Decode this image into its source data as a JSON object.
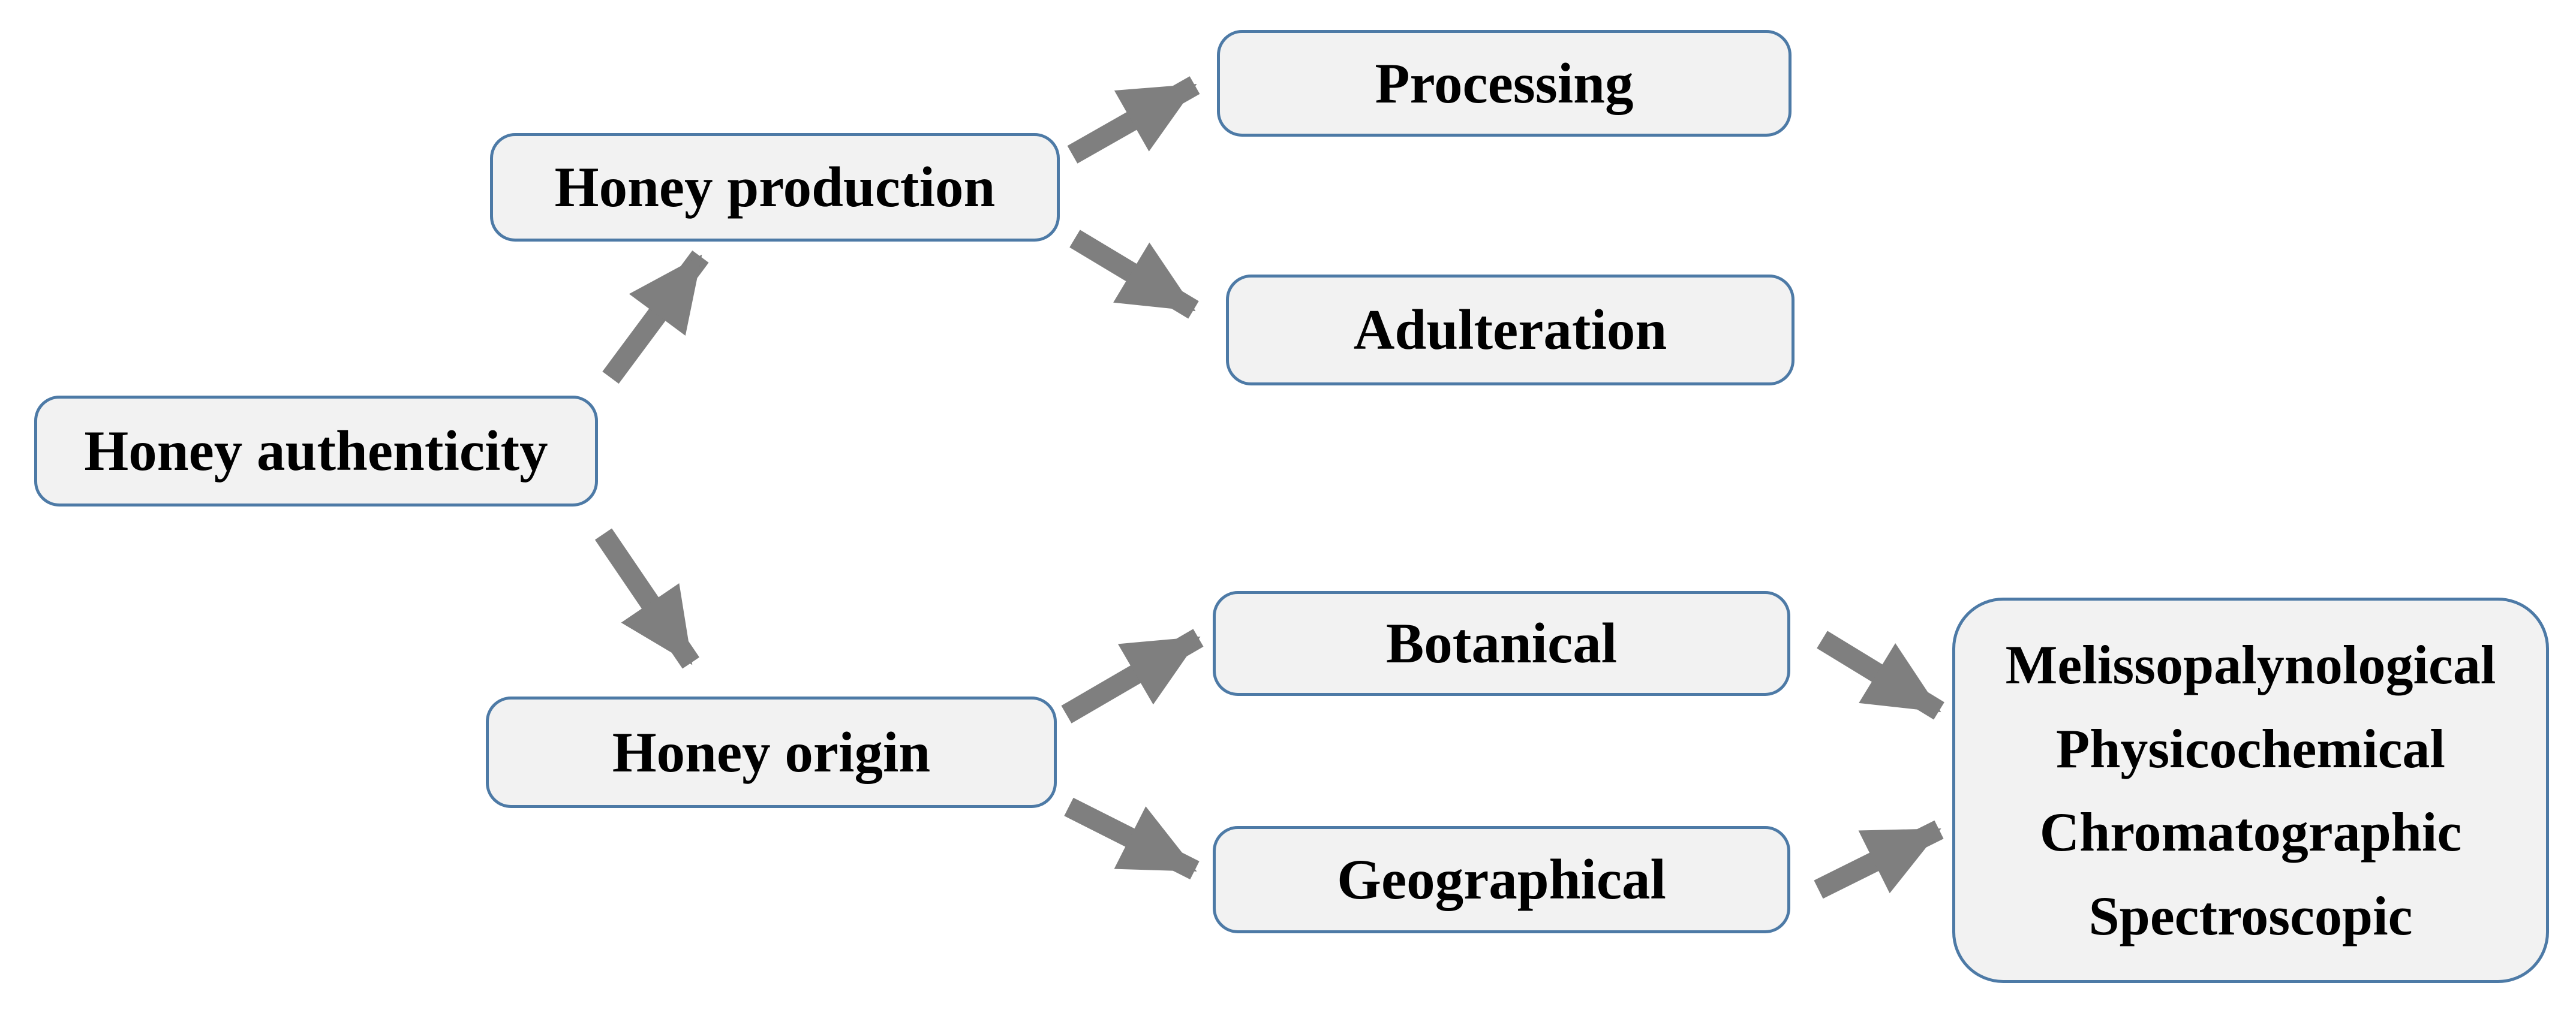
{
  "diagram": {
    "colors": {
      "background": "#ffffff",
      "box_fill": "#f2f2f2",
      "box_border": "#4d7aa6",
      "arrow": "#7f7f7f",
      "text": "#000000"
    },
    "nodes": {
      "authenticity": {
        "label": "Honey authenticity"
      },
      "production": {
        "label": "Honey production"
      },
      "processing": {
        "label": "Processing"
      },
      "adulteration": {
        "label": "Adulteration"
      },
      "origin": {
        "label": "Honey origin"
      },
      "botanical": {
        "label": "Botanical"
      },
      "geographical": {
        "label": "Geographical"
      },
      "methods": {
        "lines": [
          "Melissopalynological",
          "Physicochemical",
          "Chromatographic",
          "Spectroscopic"
        ]
      }
    },
    "edges": [
      {
        "from": "authenticity",
        "to": "production"
      },
      {
        "from": "authenticity",
        "to": "origin"
      },
      {
        "from": "production",
        "to": "processing"
      },
      {
        "from": "production",
        "to": "adulteration"
      },
      {
        "from": "origin",
        "to": "botanical"
      },
      {
        "from": "origin",
        "to": "geographical"
      },
      {
        "from": "botanical",
        "to": "methods"
      },
      {
        "from": "geographical",
        "to": "methods"
      }
    ]
  }
}
